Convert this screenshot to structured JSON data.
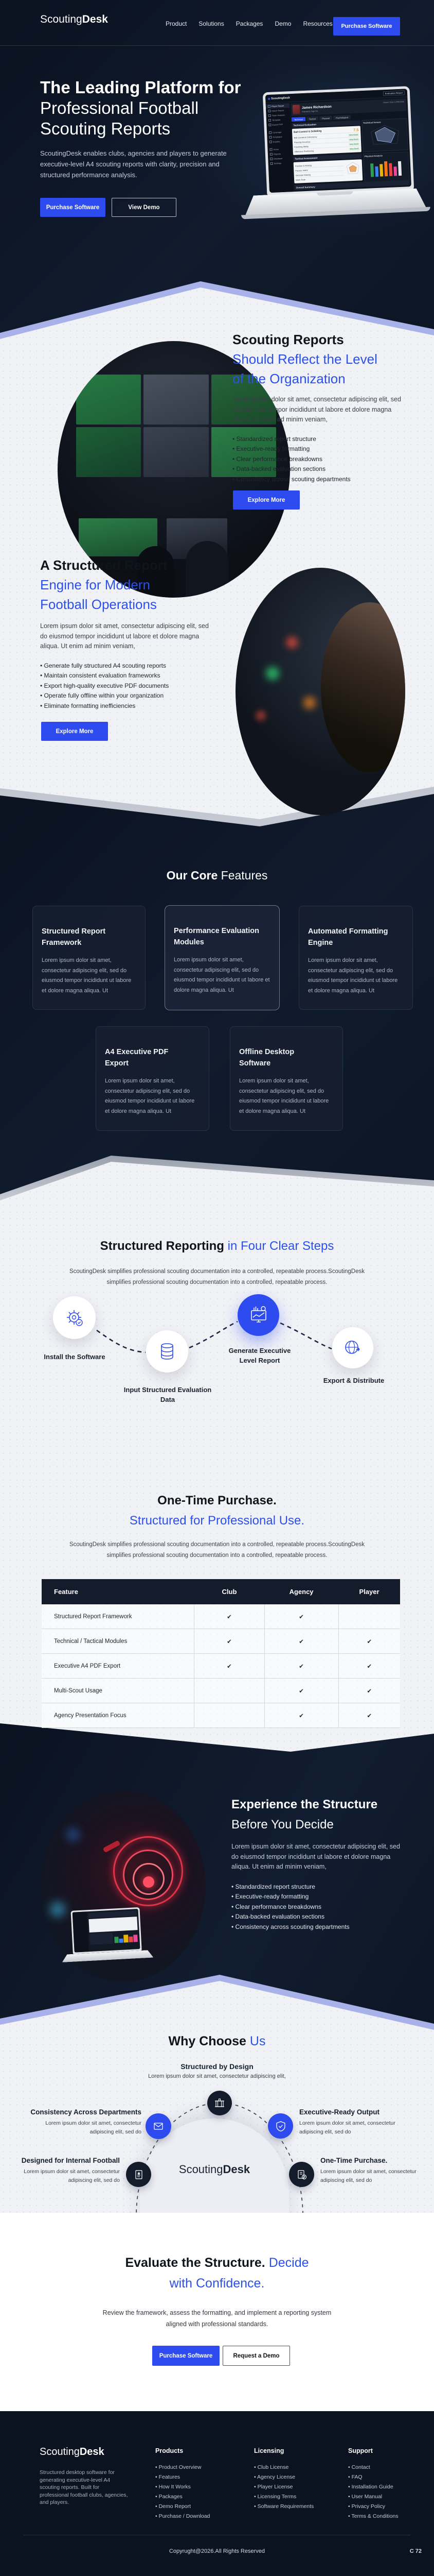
{
  "colors": {
    "accent": "#2e4bf0",
    "heading_blue": "#2c50e8",
    "dark_bg": "#0d1623",
    "lavender": "#a9b2e8"
  },
  "brand": {
    "name_light": "Scouting",
    "name_bold": "Desk"
  },
  "header": {
    "nav": [
      "Product",
      "Solutions",
      "Packages",
      "Demo",
      "Resources"
    ],
    "cta": "Purchase Software"
  },
  "hero": {
    "title_line1": "The Leading Platform for",
    "title_line2": "Professional Football",
    "title_line3": "Scouting Reports",
    "description": "ScoutingDesk enables clubs, agencies and players to generate executive-level A4 scouting reports with clarity, precision and structured performance analysis.",
    "cta_primary": "Purchase Software",
    "cta_secondary": "View Demo",
    "laptop": {
      "app_name": "ScoutingDesk",
      "badge": "Evaluation Report",
      "player_name": "James Richardson",
      "player_meta": "Forward | Age 24",
      "report_date": "Report Date  12/08/2026",
      "tabs": [
        "Technical",
        "Tactical",
        "Physical",
        "Psychological"
      ],
      "sidebar": [
        "Player Report",
        "Match Report",
        "Team Analysis",
        "Template",
        "Export PDF",
        "Coverage",
        "Templates",
        "Exports",
        "Home",
        "Reports",
        "Database",
        "Settings"
      ],
      "panel_technical": "Technical Evaluation",
      "metric_name": "Ball Control & Dribbling",
      "metric_score": "7.5",
      "metric_rows": [
        "Ball Control & Coherency",
        "Passing Accuracy",
        "Finishing Ability",
        "Offensive Positioning"
      ],
      "rating": "Very Good",
      "panel_tactical": "Tactical Assessment",
      "tactical_rows": [
        "Position & Making",
        "Passes Intent",
        "Decision Making",
        "Work Rate"
      ],
      "panel_radar": "Technical Assess",
      "panel_bars": "Physical Analysis",
      "panel_summary": "Overall Summary"
    }
  },
  "reports_section": {
    "title_dark": "Scouting Reports",
    "title_blue_line1": "Should Reflect the Level",
    "title_blue_line2": "of the Organization",
    "paragraph": "Lorem ipsum dolor sit amet, consectetur adipiscing elit, sed do eiusmod tempor incididunt ut labore et dolore magna aliqua. Ut enim ad minim veniam,",
    "bullets": [
      "Standardized report structure",
      "Executive-ready formatting",
      "Clear performance breakdowns",
      "Data-backed evaluation sections",
      "Consistency across scouting departments"
    ],
    "cta": "Explore More"
  },
  "engine_section": {
    "title_dark": "A Structured Report",
    "title_blue_line1": "Engine for Modern",
    "title_blue_line2": "Football Operations",
    "paragraph": "Lorem ipsum dolor sit amet, consectetur adipiscing elit, sed do eiusmod tempor incididunt ut labore et dolore magna aliqua. Ut enim ad minim veniam,",
    "bullets": [
      "Generate fully structured A4 scouting reports",
      "Maintain consistent evaluation frameworks",
      "Export high-quality executive PDF documents",
      "Operate fully offline within your organization",
      "Eliminate formatting inefficiencies"
    ],
    "cta": "Explore More"
  },
  "features_section": {
    "title_bold": "Our Core",
    "title_light": "Features",
    "card_body": "Lorem ipsum dolor sit amet, consectetur adipiscing elit, sed do eiusmod tempor incididunt ut labore et dolore magna aliqua. Ut",
    "cards": [
      {
        "title_line1": "Structured Report",
        "title_line2": "Framework"
      },
      {
        "title_line1": "Performance Evaluation",
        "title_line2": "Modules"
      },
      {
        "title_line1": "Automated Formatting",
        "title_line2": "Engine"
      },
      {
        "title_line1": "A4 Executive PDF",
        "title_line2": "Export"
      },
      {
        "title_line1": "Offline Desktop",
        "title_line2": "Software"
      }
    ]
  },
  "steps_section": {
    "title_dark": "Structured Reporting",
    "title_blue": "in Four Clear Steps",
    "subtitle_line1": "ScoutingDesk simplifies professional scouting documentation into a controlled, repeatable process.ScoutingDesk",
    "subtitle_line2": "simplifies professional scouting documentation into a controlled, repeatable process.",
    "steps": [
      {
        "label_line1": "Install the Software",
        "label_line2": ""
      },
      {
        "label_line1": "Input Structured Evaluation",
        "label_line2": "Data"
      },
      {
        "label_line1": "Generate Executive",
        "label_line2": "Level Report"
      },
      {
        "label_line1": "Export & Distribute",
        "label_line2": ""
      }
    ]
  },
  "pricing_section": {
    "title_dark": "One-Time Purchase.",
    "title_blue": "Structured for Professional Use.",
    "subtitle_line1": "ScoutingDesk simplifies professional scouting documentation into a controlled, repeatable process.ScoutingDesk",
    "subtitle_line2": "simplifies professional scouting documentation into a controlled, repeatable process.",
    "table": {
      "headers": [
        "Feature",
        "Club",
        "Agency",
        "Player"
      ],
      "check": "✔",
      "rows": [
        {
          "feature": "Structured Report Framework",
          "club": true,
          "agency": true,
          "player": false
        },
        {
          "feature": "Technical / Tactical Modules",
          "club": true,
          "agency": true,
          "player": true
        },
        {
          "feature": "Executive A4 PDF Export",
          "club": true,
          "agency": true,
          "player": true
        },
        {
          "feature": "Multi-Scout Usage",
          "club": false,
          "agency": true,
          "player": true
        },
        {
          "feature": "Agency Presentation Focus",
          "club": false,
          "agency": true,
          "player": true
        }
      ]
    }
  },
  "experience_section": {
    "title_bold": "Experience the Structure",
    "title_light": "Before You Decide",
    "paragraph": "Lorem ipsum dolor sit amet, consectetur adipiscing elit, sed do eiusmod tempor incididunt ut labore et dolore magna aliqua. Ut enim ad minim veniam,",
    "bullets": [
      "Standardized report structure",
      "Executive-ready formatting",
      "Clear performance breakdowns",
      "Data-backed evaluation sections",
      "Consistency across scouting departments"
    ]
  },
  "why_section": {
    "title_dark": "Why Choose",
    "title_blue": "Us",
    "center_logo_light": "Scouting",
    "center_logo_bold": "Desk",
    "top_item": {
      "title": "Structured by Design",
      "body": "Lorem ipsum dolor sit amet, consectetur adipiscing elit,"
    },
    "left1": {
      "title": "Consistency Across Departments",
      "body_line1": "Lorem ipsum dolor sit amet, consectetur",
      "body_line2": "adipiscing elit, sed do"
    },
    "right1": {
      "title": "Executive-Ready Output",
      "body_line1": "Lorem ipsum dolor sit amet, consectetur",
      "body_line2": "adipiscing elit, sed do"
    },
    "left2": {
      "title": "Designed for Internal Football",
      "body_line1": "Lorem ipsum dolor sit amet, consectetur",
      "body_line2": "adipiscing elit, sed do"
    },
    "right2": {
      "title": "One-Time Purchase.",
      "body_line1": "Lorem ipsum dolor sit amet, consectetur",
      "body_line2": "adipiscing elit, sed do"
    }
  },
  "cta_section": {
    "title_dark": "Evaluate the Structure.",
    "title_blue_inline": "Decide",
    "title_blue_line2": "with Confidence.",
    "subtitle_line1": "Review the framework, assess the formatting, and implement a reporting system",
    "subtitle_line2": "aligned with professional standards.",
    "cta_primary": "Purchase Software",
    "cta_secondary": "Request a Demo"
  },
  "footer": {
    "description": "Structured desktop software for generating executive-level A4 scouting reports. Built for professional football clubs, agencies, and players.",
    "columns": [
      {
        "title": "Products",
        "links": [
          "Product Overview",
          "Features",
          "How It Works",
          "Packages",
          "Demo Report",
          "Purchase / Download"
        ]
      },
      {
        "title": "Licensing",
        "links": [
          "Club License",
          "Agency License",
          "Player License",
          "Licensing Terms",
          "Software Requirements"
        ]
      },
      {
        "title": "Support",
        "links": [
          "Contact",
          "FAQ",
          "Installation Guide",
          "User Manual",
          "Privacy Policy",
          "Terms & Conditions"
        ]
      }
    ],
    "copyright": "Copyrught@2026.All Rights Reserved",
    "version": "C 72"
  }
}
